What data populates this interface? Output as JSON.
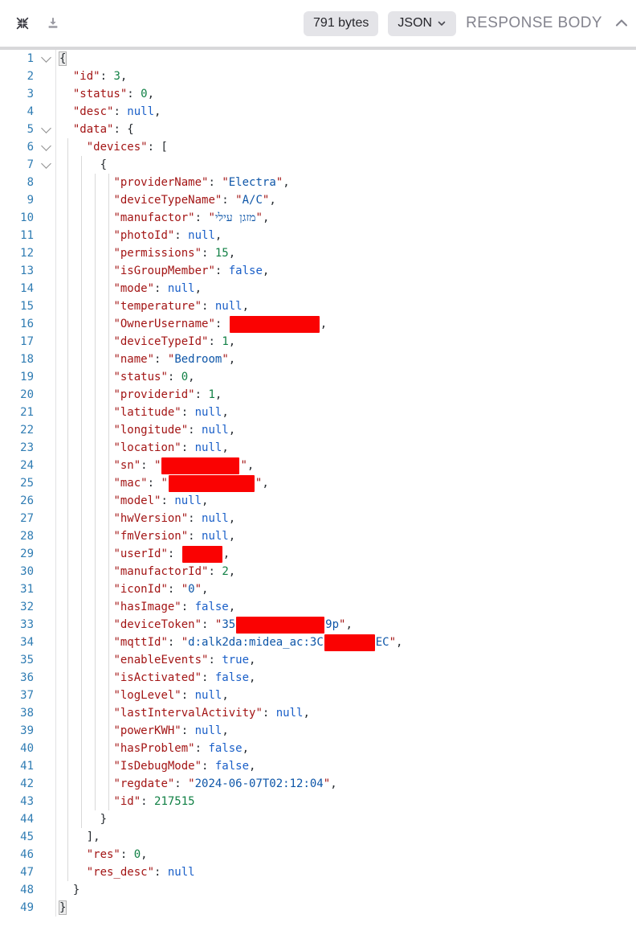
{
  "toolbar": {
    "size_badge": "791 bytes",
    "format_dropdown": "JSON",
    "section_title": "RESPONSE BODY",
    "icons": [
      "collapse-icon",
      "download-icon",
      "chevron-down-icon",
      "chevron-up-icon"
    ]
  },
  "colors": {
    "key": "#a31515",
    "string": "#0e56a8",
    "number": "#118045",
    "atom": "#1a5fc8",
    "line_number": "#2f7cb3",
    "redaction": "#fa0202",
    "pill_background": "#e4e4e8",
    "section_title_gray": "#84848e"
  },
  "code": {
    "lines": [
      {
        "n": 1,
        "indent": 0,
        "fold": true,
        "tokens": [
          {
            "t": "b",
            "v": "{"
          }
        ]
      },
      {
        "n": 2,
        "indent": 1,
        "tokens": [
          {
            "t": "k",
            "v": "\"id\""
          },
          {
            "t": "p",
            "v": ": "
          },
          {
            "t": "n",
            "v": "3"
          },
          {
            "t": "p",
            "v": ","
          }
        ]
      },
      {
        "n": 3,
        "indent": 1,
        "tokens": [
          {
            "t": "k",
            "v": "\"status\""
          },
          {
            "t": "p",
            "v": ": "
          },
          {
            "t": "n",
            "v": "0"
          },
          {
            "t": "p",
            "v": ","
          }
        ]
      },
      {
        "n": 4,
        "indent": 1,
        "tokens": [
          {
            "t": "k",
            "v": "\"desc\""
          },
          {
            "t": "p",
            "v": ": "
          },
          {
            "t": "a",
            "v": "null"
          },
          {
            "t": "p",
            "v": ","
          }
        ]
      },
      {
        "n": 5,
        "indent": 1,
        "fold": true,
        "tokens": [
          {
            "t": "k",
            "v": "\"data\""
          },
          {
            "t": "p",
            "v": ": {"
          }
        ]
      },
      {
        "n": 6,
        "indent": 2,
        "fold": true,
        "tokens": [
          {
            "t": "k",
            "v": "\"devices\""
          },
          {
            "t": "p",
            "v": ": ["
          }
        ]
      },
      {
        "n": 7,
        "indent": 3,
        "fold": true,
        "tokens": [
          {
            "t": "p",
            "v": "{"
          }
        ]
      },
      {
        "n": 8,
        "indent": 4,
        "tokens": [
          {
            "t": "k",
            "v": "\"providerName\""
          },
          {
            "t": "p",
            "v": ": "
          },
          {
            "t": "q",
            "v": "\""
          },
          {
            "t": "s",
            "v": "Electra"
          },
          {
            "t": "q",
            "v": "\""
          },
          {
            "t": "p",
            "v": ","
          }
        ]
      },
      {
        "n": 9,
        "indent": 4,
        "tokens": [
          {
            "t": "k",
            "v": "\"deviceTypeName\""
          },
          {
            "t": "p",
            "v": ": "
          },
          {
            "t": "q",
            "v": "\""
          },
          {
            "t": "s",
            "v": "A/C"
          },
          {
            "t": "q",
            "v": "\""
          },
          {
            "t": "p",
            "v": ","
          }
        ]
      },
      {
        "n": 10,
        "indent": 4,
        "tokens": [
          {
            "t": "k",
            "v": "\"manufactor\""
          },
          {
            "t": "p",
            "v": ": "
          },
          {
            "t": "q",
            "v": "\""
          },
          {
            "t": "s",
            "v": "מזגן עילי"
          },
          {
            "t": "q",
            "v": "\""
          },
          {
            "t": "p",
            "v": ","
          }
        ]
      },
      {
        "n": 11,
        "indent": 4,
        "tokens": [
          {
            "t": "k",
            "v": "\"photoId\""
          },
          {
            "t": "p",
            "v": ": "
          },
          {
            "t": "a",
            "v": "null"
          },
          {
            "t": "p",
            "v": ","
          }
        ]
      },
      {
        "n": 12,
        "indent": 4,
        "tokens": [
          {
            "t": "k",
            "v": "\"permissions\""
          },
          {
            "t": "p",
            "v": ": "
          },
          {
            "t": "n",
            "v": "15"
          },
          {
            "t": "p",
            "v": ","
          }
        ]
      },
      {
        "n": 13,
        "indent": 4,
        "tokens": [
          {
            "t": "k",
            "v": "\"isGroupMember\""
          },
          {
            "t": "p",
            "v": ": "
          },
          {
            "t": "a",
            "v": "false"
          },
          {
            "t": "p",
            "v": ","
          }
        ]
      },
      {
        "n": 14,
        "indent": 4,
        "tokens": [
          {
            "t": "k",
            "v": "\"mode\""
          },
          {
            "t": "p",
            "v": ": "
          },
          {
            "t": "a",
            "v": "null"
          },
          {
            "t": "p",
            "v": ","
          }
        ]
      },
      {
        "n": 15,
        "indent": 4,
        "tokens": [
          {
            "t": "k",
            "v": "\"temperature\""
          },
          {
            "t": "p",
            "v": ": "
          },
          {
            "t": "a",
            "v": "null"
          },
          {
            "t": "p",
            "v": ","
          }
        ]
      },
      {
        "n": 16,
        "indent": 4,
        "tokens": [
          {
            "t": "k",
            "v": "\"OwnerUsername\""
          },
          {
            "t": "p",
            "v": ": "
          },
          {
            "t": "r",
            "w": 112
          },
          {
            "t": "p",
            "v": ","
          }
        ]
      },
      {
        "n": 17,
        "indent": 4,
        "tokens": [
          {
            "t": "k",
            "v": "\"deviceTypeId\""
          },
          {
            "t": "p",
            "v": ": "
          },
          {
            "t": "n",
            "v": "1"
          },
          {
            "t": "p",
            "v": ","
          }
        ]
      },
      {
        "n": 18,
        "indent": 4,
        "tokens": [
          {
            "t": "k",
            "v": "\"name\""
          },
          {
            "t": "p",
            "v": ": "
          },
          {
            "t": "q",
            "v": "\""
          },
          {
            "t": "s",
            "v": "Bedroom"
          },
          {
            "t": "q",
            "v": "\""
          },
          {
            "t": "p",
            "v": ","
          }
        ]
      },
      {
        "n": 19,
        "indent": 4,
        "tokens": [
          {
            "t": "k",
            "v": "\"status\""
          },
          {
            "t": "p",
            "v": ": "
          },
          {
            "t": "n",
            "v": "0"
          },
          {
            "t": "p",
            "v": ","
          }
        ]
      },
      {
        "n": 20,
        "indent": 4,
        "tokens": [
          {
            "t": "k",
            "v": "\"providerid\""
          },
          {
            "t": "p",
            "v": ": "
          },
          {
            "t": "n",
            "v": "1"
          },
          {
            "t": "p",
            "v": ","
          }
        ]
      },
      {
        "n": 21,
        "indent": 4,
        "tokens": [
          {
            "t": "k",
            "v": "\"latitude\""
          },
          {
            "t": "p",
            "v": ": "
          },
          {
            "t": "a",
            "v": "null"
          },
          {
            "t": "p",
            "v": ","
          }
        ]
      },
      {
        "n": 22,
        "indent": 4,
        "tokens": [
          {
            "t": "k",
            "v": "\"longitude\""
          },
          {
            "t": "p",
            "v": ": "
          },
          {
            "t": "a",
            "v": "null"
          },
          {
            "t": "p",
            "v": ","
          }
        ]
      },
      {
        "n": 23,
        "indent": 4,
        "tokens": [
          {
            "t": "k",
            "v": "\"location\""
          },
          {
            "t": "p",
            "v": ": "
          },
          {
            "t": "a",
            "v": "null"
          },
          {
            "t": "p",
            "v": ","
          }
        ]
      },
      {
        "n": 24,
        "indent": 4,
        "tokens": [
          {
            "t": "k",
            "v": "\"sn\""
          },
          {
            "t": "p",
            "v": ": "
          },
          {
            "t": "q",
            "v": "\""
          },
          {
            "t": "r",
            "w": 97
          },
          {
            "t": "q",
            "v": "\""
          },
          {
            "t": "p",
            "v": ","
          }
        ]
      },
      {
        "n": 25,
        "indent": 4,
        "tokens": [
          {
            "t": "k",
            "v": "\"mac\""
          },
          {
            "t": "p",
            "v": ": "
          },
          {
            "t": "q",
            "v": "\""
          },
          {
            "t": "r",
            "w": 107
          },
          {
            "t": "q",
            "v": "\""
          },
          {
            "t": "p",
            "v": ","
          }
        ]
      },
      {
        "n": 26,
        "indent": 4,
        "tokens": [
          {
            "t": "k",
            "v": "\"model\""
          },
          {
            "t": "p",
            "v": ": "
          },
          {
            "t": "a",
            "v": "null"
          },
          {
            "t": "p",
            "v": ","
          }
        ]
      },
      {
        "n": 27,
        "indent": 4,
        "tokens": [
          {
            "t": "k",
            "v": "\"hwVersion\""
          },
          {
            "t": "p",
            "v": ": "
          },
          {
            "t": "a",
            "v": "null"
          },
          {
            "t": "p",
            "v": ","
          }
        ]
      },
      {
        "n": 28,
        "indent": 4,
        "tokens": [
          {
            "t": "k",
            "v": "\"fmVersion\""
          },
          {
            "t": "p",
            "v": ": "
          },
          {
            "t": "a",
            "v": "null"
          },
          {
            "t": "p",
            "v": ","
          }
        ]
      },
      {
        "n": 29,
        "indent": 4,
        "tokens": [
          {
            "t": "k",
            "v": "\"userId\""
          },
          {
            "t": "p",
            "v": ": "
          },
          {
            "t": "r",
            "w": 50
          },
          {
            "t": "p",
            "v": ","
          }
        ]
      },
      {
        "n": 30,
        "indent": 4,
        "tokens": [
          {
            "t": "k",
            "v": "\"manufactorId\""
          },
          {
            "t": "p",
            "v": ": "
          },
          {
            "t": "n",
            "v": "2"
          },
          {
            "t": "p",
            "v": ","
          }
        ]
      },
      {
        "n": 31,
        "indent": 4,
        "tokens": [
          {
            "t": "k",
            "v": "\"iconId\""
          },
          {
            "t": "p",
            "v": ": "
          },
          {
            "t": "q",
            "v": "\""
          },
          {
            "t": "s",
            "v": "0"
          },
          {
            "t": "q",
            "v": "\""
          },
          {
            "t": "p",
            "v": ","
          }
        ]
      },
      {
        "n": 32,
        "indent": 4,
        "tokens": [
          {
            "t": "k",
            "v": "\"hasImage\""
          },
          {
            "t": "p",
            "v": ": "
          },
          {
            "t": "a",
            "v": "false"
          },
          {
            "t": "p",
            "v": ","
          }
        ]
      },
      {
        "n": 33,
        "indent": 4,
        "tokens": [
          {
            "t": "k",
            "v": "\"deviceToken\""
          },
          {
            "t": "p",
            "v": ": "
          },
          {
            "t": "q",
            "v": "\""
          },
          {
            "t": "s",
            "v": "35"
          },
          {
            "t": "r",
            "w": 110
          },
          {
            "t": "s",
            "v": "9p"
          },
          {
            "t": "q",
            "v": "\""
          },
          {
            "t": "p",
            "v": ","
          }
        ]
      },
      {
        "n": 34,
        "indent": 4,
        "tokens": [
          {
            "t": "k",
            "v": "\"mqttId\""
          },
          {
            "t": "p",
            "v": ": "
          },
          {
            "t": "q",
            "v": "\""
          },
          {
            "t": "s",
            "v": "d:alk2da:midea_ac:3C"
          },
          {
            "t": "r",
            "w": 63
          },
          {
            "t": "s",
            "v": "EC"
          },
          {
            "t": "q",
            "v": "\""
          },
          {
            "t": "p",
            "v": ","
          }
        ]
      },
      {
        "n": 35,
        "indent": 4,
        "tokens": [
          {
            "t": "k",
            "v": "\"enableEvents\""
          },
          {
            "t": "p",
            "v": ": "
          },
          {
            "t": "a",
            "v": "true"
          },
          {
            "t": "p",
            "v": ","
          }
        ]
      },
      {
        "n": 36,
        "indent": 4,
        "tokens": [
          {
            "t": "k",
            "v": "\"isActivated\""
          },
          {
            "t": "p",
            "v": ": "
          },
          {
            "t": "a",
            "v": "false"
          },
          {
            "t": "p",
            "v": ","
          }
        ]
      },
      {
        "n": 37,
        "indent": 4,
        "tokens": [
          {
            "t": "k",
            "v": "\"logLevel\""
          },
          {
            "t": "p",
            "v": ": "
          },
          {
            "t": "a",
            "v": "null"
          },
          {
            "t": "p",
            "v": ","
          }
        ]
      },
      {
        "n": 38,
        "indent": 4,
        "tokens": [
          {
            "t": "k",
            "v": "\"lastIntervalActivity\""
          },
          {
            "t": "p",
            "v": ": "
          },
          {
            "t": "a",
            "v": "null"
          },
          {
            "t": "p",
            "v": ","
          }
        ]
      },
      {
        "n": 39,
        "indent": 4,
        "tokens": [
          {
            "t": "k",
            "v": "\"powerKWH\""
          },
          {
            "t": "p",
            "v": ": "
          },
          {
            "t": "a",
            "v": "null"
          },
          {
            "t": "p",
            "v": ","
          }
        ]
      },
      {
        "n": 40,
        "indent": 4,
        "tokens": [
          {
            "t": "k",
            "v": "\"hasProblem\""
          },
          {
            "t": "p",
            "v": ": "
          },
          {
            "t": "a",
            "v": "false"
          },
          {
            "t": "p",
            "v": ","
          }
        ]
      },
      {
        "n": 41,
        "indent": 4,
        "tokens": [
          {
            "t": "k",
            "v": "\"IsDebugMode\""
          },
          {
            "t": "p",
            "v": ": "
          },
          {
            "t": "a",
            "v": "false"
          },
          {
            "t": "p",
            "v": ","
          }
        ]
      },
      {
        "n": 42,
        "indent": 4,
        "tokens": [
          {
            "t": "k",
            "v": "\"regdate\""
          },
          {
            "t": "p",
            "v": ": "
          },
          {
            "t": "q",
            "v": "\""
          },
          {
            "t": "s",
            "v": "2024-06-07T02:12:04"
          },
          {
            "t": "q",
            "v": "\""
          },
          {
            "t": "p",
            "v": ","
          }
        ]
      },
      {
        "n": 43,
        "indent": 4,
        "tokens": [
          {
            "t": "k",
            "v": "\"id\""
          },
          {
            "t": "p",
            "v": ": "
          },
          {
            "t": "n",
            "v": "217515"
          }
        ]
      },
      {
        "n": 44,
        "indent": 3,
        "tokens": [
          {
            "t": "p",
            "v": "}"
          }
        ]
      },
      {
        "n": 45,
        "indent": 2,
        "tokens": [
          {
            "t": "p",
            "v": "],"
          }
        ]
      },
      {
        "n": 46,
        "indent": 2,
        "tokens": [
          {
            "t": "k",
            "v": "\"res\""
          },
          {
            "t": "p",
            "v": ": "
          },
          {
            "t": "n",
            "v": "0"
          },
          {
            "t": "p",
            "v": ","
          }
        ]
      },
      {
        "n": 47,
        "indent": 2,
        "tokens": [
          {
            "t": "k",
            "v": "\"res_desc\""
          },
          {
            "t": "p",
            "v": ": "
          },
          {
            "t": "a",
            "v": "null"
          }
        ]
      },
      {
        "n": 48,
        "indent": 1,
        "tokens": [
          {
            "t": "p",
            "v": "}"
          }
        ]
      },
      {
        "n": 49,
        "indent": 0,
        "tokens": [
          {
            "t": "b",
            "v": "}"
          }
        ]
      }
    ]
  }
}
